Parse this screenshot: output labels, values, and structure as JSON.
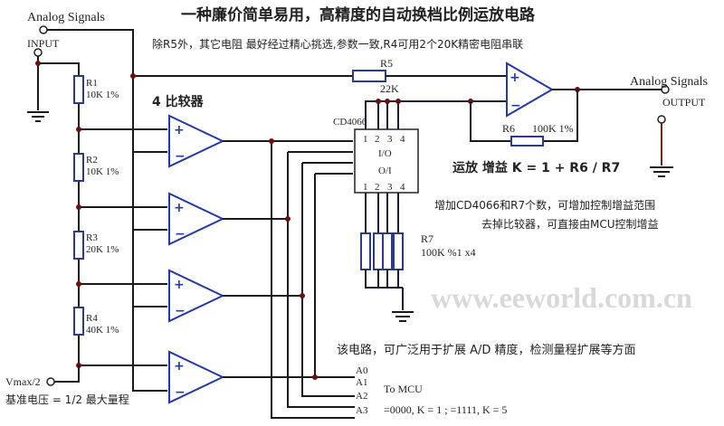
{
  "title": "一种廉价简单易用，高精度的自动换档比例运放电路",
  "note_top": "除R5外，其它电阻 最好经过精心挑选,参数一致,R4可用2个20K精密电阻串联",
  "input_label": "Analog Signals",
  "input_pin": "INPUT",
  "output_label": "Analog Signals",
  "output_pin": "OUTPUT",
  "comparators_label": "4 比较器",
  "resistors": [
    {
      "name": "R1",
      "value": "10K 1%"
    },
    {
      "name": "R2",
      "value": "10K 1%"
    },
    {
      "name": "R3",
      "value": "20K 1%"
    },
    {
      "name": "R4",
      "value": "40K 1%"
    }
  ],
  "r5": {
    "name": "R5",
    "value": "22K"
  },
  "r6": {
    "name": "R6",
    "value": "100K 1%"
  },
  "r7": {
    "name": "R7",
    "value": "100K %1 x4"
  },
  "switch_ic": "CD4066",
  "switch_pins_top": [
    "1",
    "2",
    "3",
    "4"
  ],
  "switch_io": "I/O",
  "switch_oi": "O/I",
  "switch_pins_bottom": [
    "1",
    "2",
    "3",
    "4"
  ],
  "gain_formula": "运放 增益   K = 1 + R6 / R7",
  "note_expand_1": "增加CD4066和R7个数，可增加控制增益范围",
  "note_expand_2": "去掉比较器，可直接由MCU控制增益",
  "note_application": "该电路，可广泛用于扩展 A/D 精度，检测量程扩展等方面",
  "mcu_lines": [
    "A0",
    "A1",
    "A2",
    "A3"
  ],
  "to_mcu": "To MCU",
  "code_note": "=0000, K = 1 ;     =1111, K = 5",
  "vref_label": "Vmax/2",
  "vref_note": "基准电压 = 1/2 最大量程",
  "watermark": "www.eeworld.com.cn"
}
